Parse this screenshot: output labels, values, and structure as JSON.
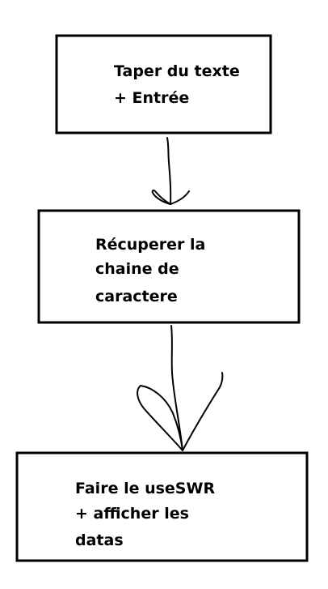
{
  "diagram": {
    "nodes": [
      {
        "id": "step1",
        "lines": [
          "Taper du texte",
          "+ Entrée"
        ]
      },
      {
        "id": "step2",
        "lines": [
          "Récuperer la",
          "chaine de",
          "caractere"
        ]
      },
      {
        "id": "step3",
        "lines": [
          "Faire le useSWR",
          "+ afficher les",
          "datas"
        ]
      }
    ],
    "edges": [
      {
        "from": "step1",
        "to": "step2"
      },
      {
        "from": "step2",
        "to": "step3"
      }
    ],
    "colors": {
      "stroke": "#000000",
      "background": "#ffffff",
      "text": "#000000"
    }
  }
}
